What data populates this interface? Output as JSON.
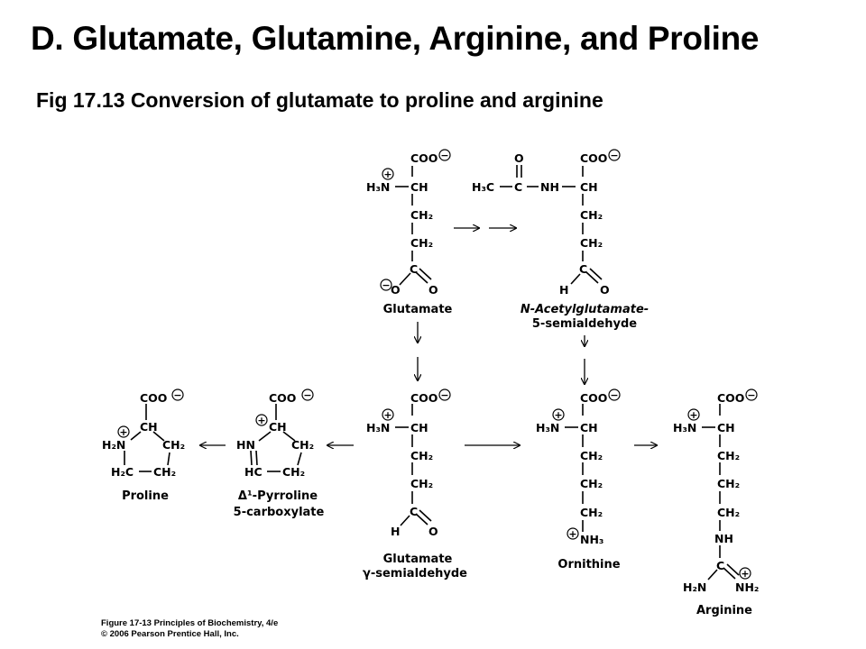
{
  "title": "D.  Glutamate, Glutamine, Arginine, and Proline",
  "subtitle": "Fig 17.13 Conversion of glutamate to proline and arginine",
  "compounds": {
    "glutamate": {
      "name_line1": "Glutamate"
    },
    "nag_semialdehyde": {
      "name_line1": "N-Acetylglutamate-",
      "name_line2": "5-semialdehyde"
    },
    "glu_semialdehyde": {
      "name_line1": "Glutamate",
      "name_line2": "γ-semialdehyde"
    },
    "ornithine": {
      "name_line1": "Ornithine"
    },
    "arginine": {
      "name_line1": "Arginine"
    },
    "p5c": {
      "name_line1": "Δ¹-Pyrroline",
      "name_line2": "5-carboxylate"
    },
    "proline": {
      "name_line1": "Proline"
    }
  },
  "atoms": {
    "coo": "COO",
    "h3n": "H₃N",
    "ch": "CH",
    "ch2": "CH₂",
    "c": "C",
    "o": "O",
    "h": "H",
    "nh": "NH",
    "h3c": "H₃C",
    "nh3": "NH₃",
    "nh2": "NH₂",
    "h2n": "H₂N",
    "hn": "HN",
    "hc": "HC",
    "h2c": "H₂C",
    "plus": "+",
    "minus": "−"
  },
  "credit": {
    "line1": "Figure 17-13  Principles of Biochemistry, 4/e",
    "line2": "© 2006 Pearson Prentice Hall, Inc."
  }
}
